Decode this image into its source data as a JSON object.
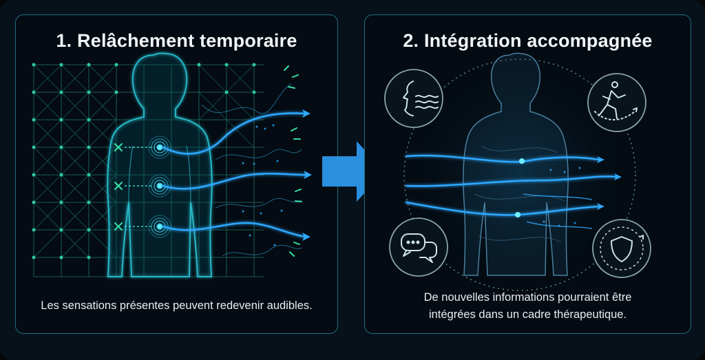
{
  "panels": [
    {
      "title": "1. Relâchement temporaire",
      "caption": "Les sensations présentes peuvent redevenir audibles."
    },
    {
      "title": "2. Intégration accompagnée",
      "caption_lines": [
        "De nouvelles informations pourraient être",
        "intégrées dans un cadre thérapeutique."
      ]
    }
  ],
  "icons": {
    "breathing": "face-breath-icon",
    "movement": "running-figure-icon",
    "dialogue": "speech-bubbles-icon",
    "safety": "shield-icon"
  },
  "colors": {
    "background": "#07111a",
    "panel_border": "#1f6e80",
    "body_outline": "#27b8c9",
    "energy_flow": "#2fa9ff",
    "release_marks": "#38e0a4",
    "transition_arrow": "#2b8fe0"
  }
}
